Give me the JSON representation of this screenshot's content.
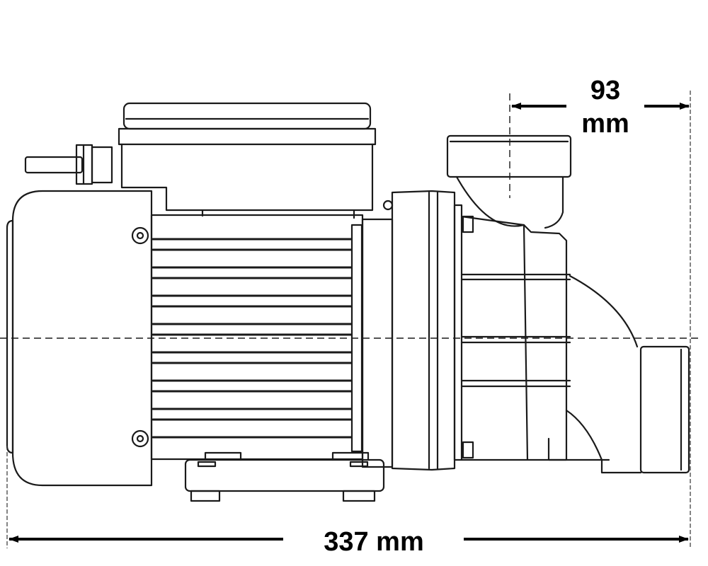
{
  "dimensions": {
    "outlet_offset": {
      "value": "93",
      "unit": "mm"
    },
    "overall_length": {
      "label": "337 mm"
    }
  },
  "colors": {
    "line": "#1a1a1a",
    "background": "#ffffff"
  }
}
